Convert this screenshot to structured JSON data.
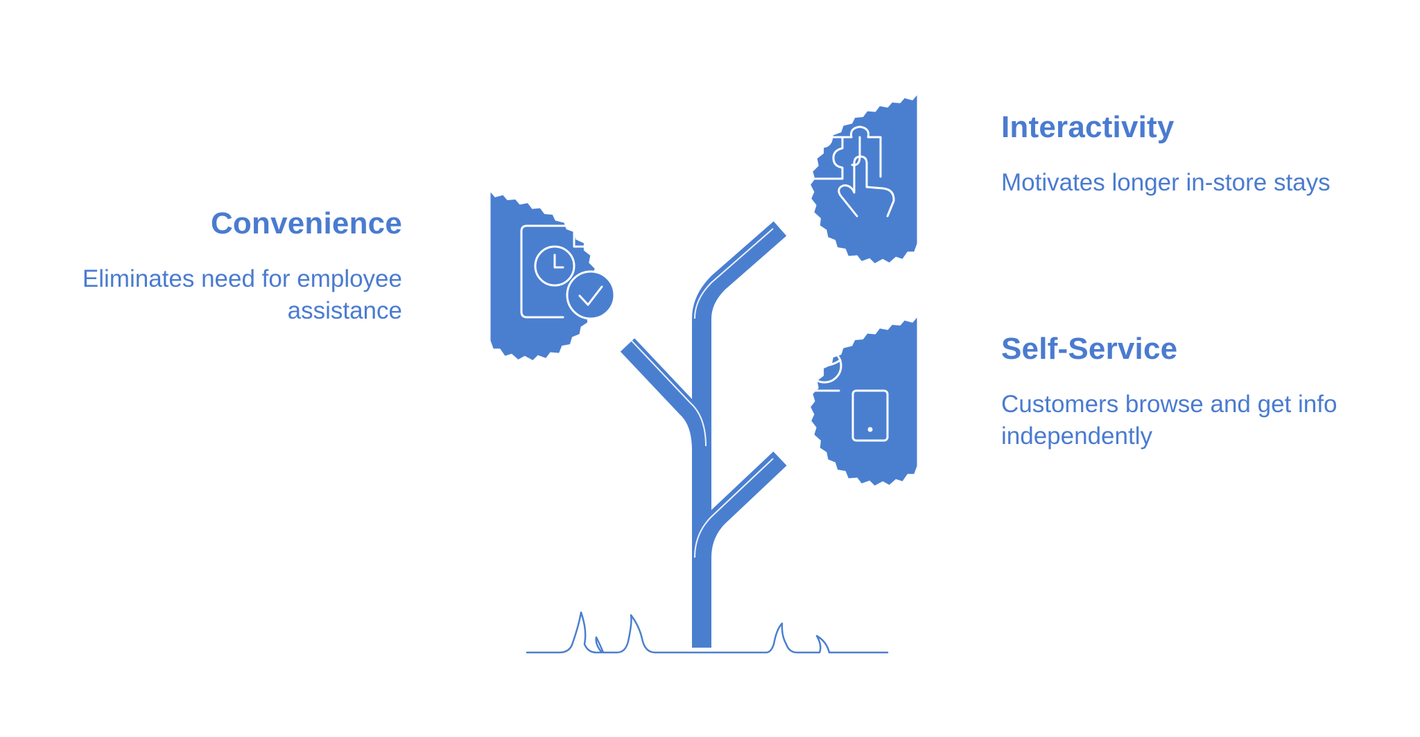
{
  "colors": {
    "accent": "#4a7fd0",
    "text": "#4a7bd0",
    "icon_stroke": "#ffffff",
    "background": "#ffffff"
  },
  "items": [
    {
      "title": "Convenience",
      "description": "Eliminates need for employee assistance",
      "icon": "clock-document-check-icon"
    },
    {
      "title": "Interactivity",
      "description": "Motivates longer in-store stays",
      "icon": "puzzle-hand-icon"
    },
    {
      "title": "Self-Service",
      "description": "Customers browse and get info independently",
      "icon": "person-tablet-icon"
    }
  ]
}
